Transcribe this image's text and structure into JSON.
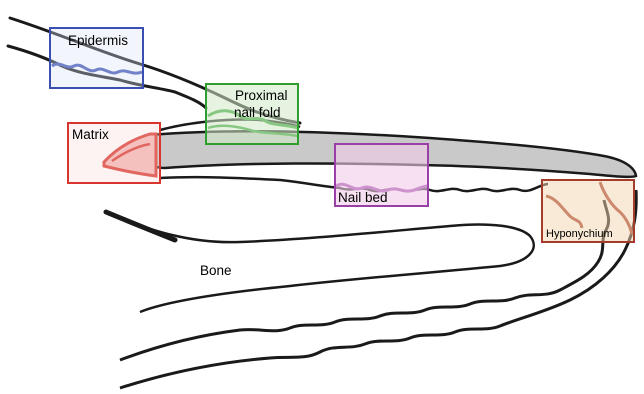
{
  "labels": {
    "epidermis": "Epidermis",
    "proximal_nail_fold_line1": "Proximal",
    "proximal_nail_fold_line2": "nail fold",
    "matrix": "Matrix",
    "nail_bed": "Nail bed",
    "hyponychium": "Hyponychium",
    "bone": "Bone"
  },
  "colors": {
    "epidermis": "#3a4fb0",
    "proximal_nail_fold": "#2f9e2f",
    "matrix": "#d8352f",
    "nail_bed": "#9b3fa8",
    "hyponychium": "#a43c2a",
    "nail_plate": "#c9c9c9",
    "outline": "#1a1a1a"
  }
}
